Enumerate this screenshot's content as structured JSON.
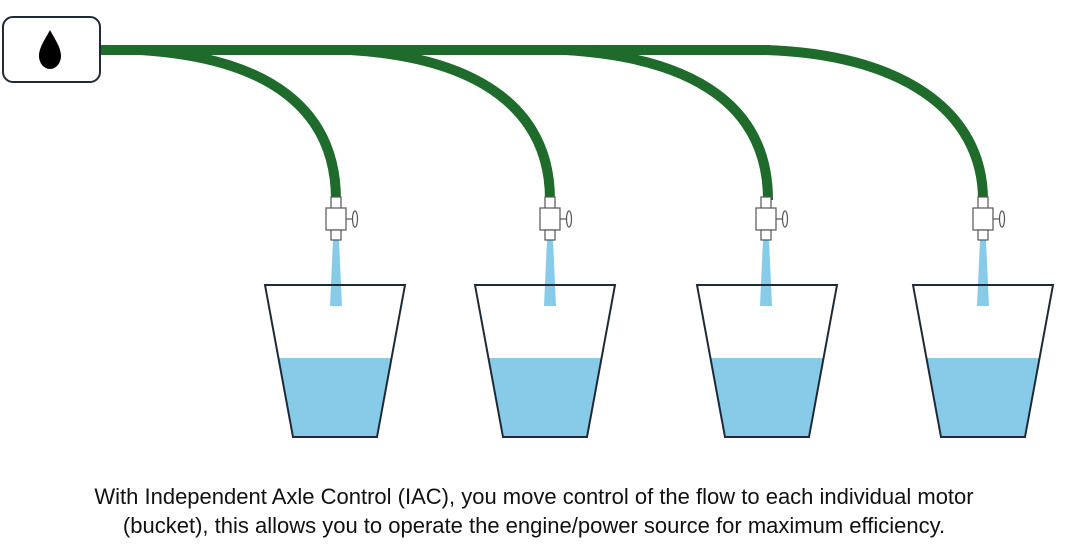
{
  "source": {
    "icon": "water-drop-icon"
  },
  "colors": {
    "hose": "#1e6b2c",
    "water": "#87cbe9",
    "outline": "#1f2a36",
    "valve_fill": "#ffffff",
    "valve_stroke": "#555555"
  },
  "buckets": [
    {
      "fill_level": 0.52
    },
    {
      "fill_level": 0.52
    },
    {
      "fill_level": 0.52
    },
    {
      "fill_level": 0.52
    }
  ],
  "caption": {
    "line1": "With Independent Axle Control (IAC), you move control of the flow to each individual motor",
    "line2": "(bucket), this allows you to operate the engine/power source for maximum efficiency."
  }
}
